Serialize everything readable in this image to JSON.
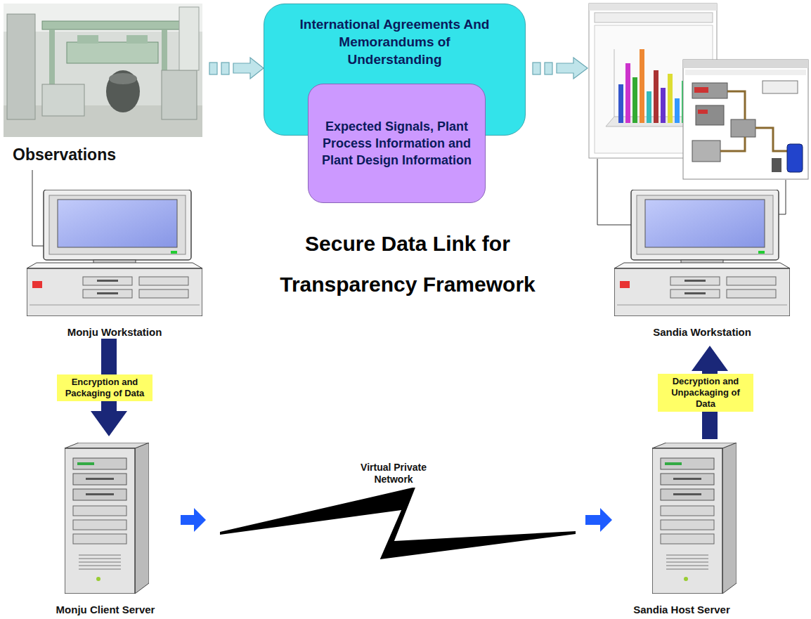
{
  "diagram": {
    "title": "Secure Data Link for Transparency Framework",
    "nodes": [
      {
        "text": [
          "International Agreements And Memorandums of Understanding"
        ]
      },
      {
        "text": [
          "Expected Signals, Plant Process Information and Plant Design Information"
        ],
        "in": 0
      },
      {
        "text": [
          "Monju Workstation"
        ]
      },
      {
        "text": [
          "Sandia Workstation"
        ]
      },
      {
        "text": [
          "Monju Client Server"
        ]
      },
      {
        "text": [
          "Sandia Host Server"
        ]
      }
    ],
    "edges": [
      {
        "from": 2,
        "to": 4,
        "label": "Encryption and Packaging of Data",
        "arrow": "to"
      },
      {
        "from": 4,
        "to": 5,
        "label": "Virtual Private Network",
        "arrow": "to"
      },
      {
        "from": 5,
        "to": 3,
        "label": "Decryption and Unpackaging of Data",
        "arrow": "to"
      }
    ],
    "labels": [
      "Observations"
    ]
  }
}
